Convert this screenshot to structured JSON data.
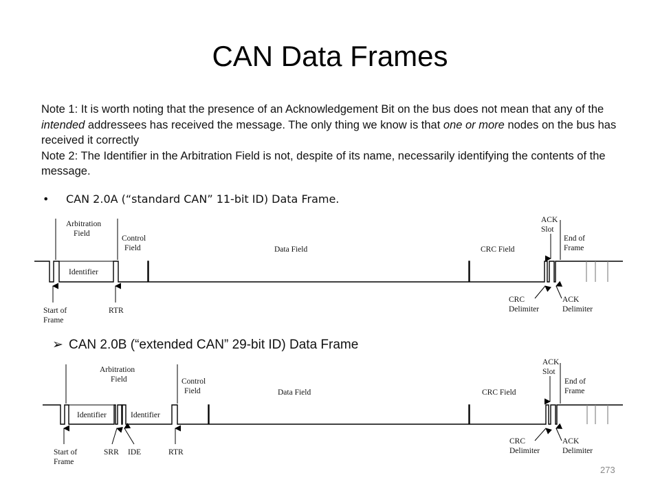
{
  "title": "CAN Data Frames",
  "notes": {
    "note1_a": "Note 1: It is worth noting that the presence of an Acknowledgement Bit on the bus does not mean that any of the ",
    "note1_em1": "intended",
    "note1_b": " addressees has received the message. The only thing we know is that ",
    "note1_em2": "one or more",
    "note1_c": " nodes on the bus has received it correctly",
    "note2": "Note 2: The Identifier in the Arbitration Field is not, despite of its name, necessarily identifying the contents of the message."
  },
  "bullet1": {
    "marker": "•",
    "text": "CAN 2.0A (“standard CAN” 11-bit ID) Data Frame."
  },
  "bullet2": {
    "marker": "➢",
    "text": "CAN 2.0B (“extended CAN” 29-bit ID) Data Frame"
  },
  "diagram1": {
    "arbitration_field_1": "Arbitration",
    "arbitration_field_2": "Field",
    "control_field_1": "Control",
    "control_field_2": "Field",
    "data_field": "Data Field",
    "crc_field": "CRC Field",
    "ack_slot_1": "ACK",
    "ack_slot_2": "Slot",
    "end_of_frame_1": "End of",
    "end_of_frame_2": "Frame",
    "identifier": "Identifier",
    "start_of_frame_1": "Start of",
    "start_of_frame_2": "Frame",
    "rtr": "RTR",
    "crc_delimiter_1": "CRC",
    "crc_delimiter_2": "Delimiter",
    "ack_delimiter_1": "ACK",
    "ack_delimiter_2": "Delimiter"
  },
  "diagram2": {
    "arbitration_field_1": "Arbitration",
    "arbitration_field_2": "Field",
    "control_field_1": "Control",
    "control_field_2": "Field",
    "data_field": "Data Field",
    "crc_field": "CRC Field",
    "ack_slot_1": "ACK",
    "ack_slot_2": "Slot",
    "end_of_frame_1": "End of",
    "end_of_frame_2": "Frame",
    "identifier_a": "Identifier",
    "identifier_b": "Identifier",
    "start_of_frame_1": "Start of",
    "start_of_frame_2": "Frame",
    "srr": "SRR",
    "ide": "IDE",
    "rtr": "RTR",
    "crc_delimiter_1": "CRC",
    "crc_delimiter_2": "Delimiter",
    "ack_delimiter_1": "ACK",
    "ack_delimiter_2": "Delimiter"
  },
  "page_number": "273"
}
